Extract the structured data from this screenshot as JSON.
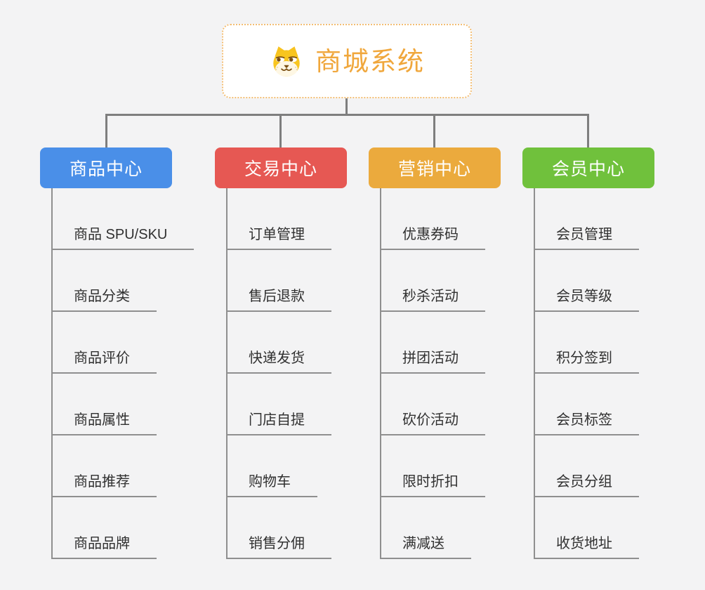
{
  "root": {
    "title": "商城系统",
    "icon": "shiba-dog-icon",
    "title_color": "#F0A73C",
    "border_color": "#F3BE74"
  },
  "connector_color": "#7E7E7E",
  "line_color": "#8F8F8F",
  "branches": [
    {
      "label": "商品中心",
      "color": "#4A8FE8",
      "children": [
        "商品 SPU/SKU",
        "商品分类",
        "商品评价",
        "商品属性",
        "商品推荐",
        "商品品牌"
      ]
    },
    {
      "label": "交易中心",
      "color": "#E65853",
      "children": [
        "订单管理",
        "售后退款",
        "快递发货",
        "门店自提",
        "购物车",
        "销售分佣"
      ]
    },
    {
      "label": "营销中心",
      "color": "#EBAA3D",
      "children": [
        "优惠券码",
        "秒杀活动",
        "拼团活动",
        "砍价活动",
        "限时折扣",
        "满减送"
      ]
    },
    {
      "label": "会员中心",
      "color": "#70C13C",
      "children": [
        "会员管理",
        "会员等级",
        "积分签到",
        "会员标签",
        "会员分组",
        "收货地址"
      ]
    }
  ]
}
